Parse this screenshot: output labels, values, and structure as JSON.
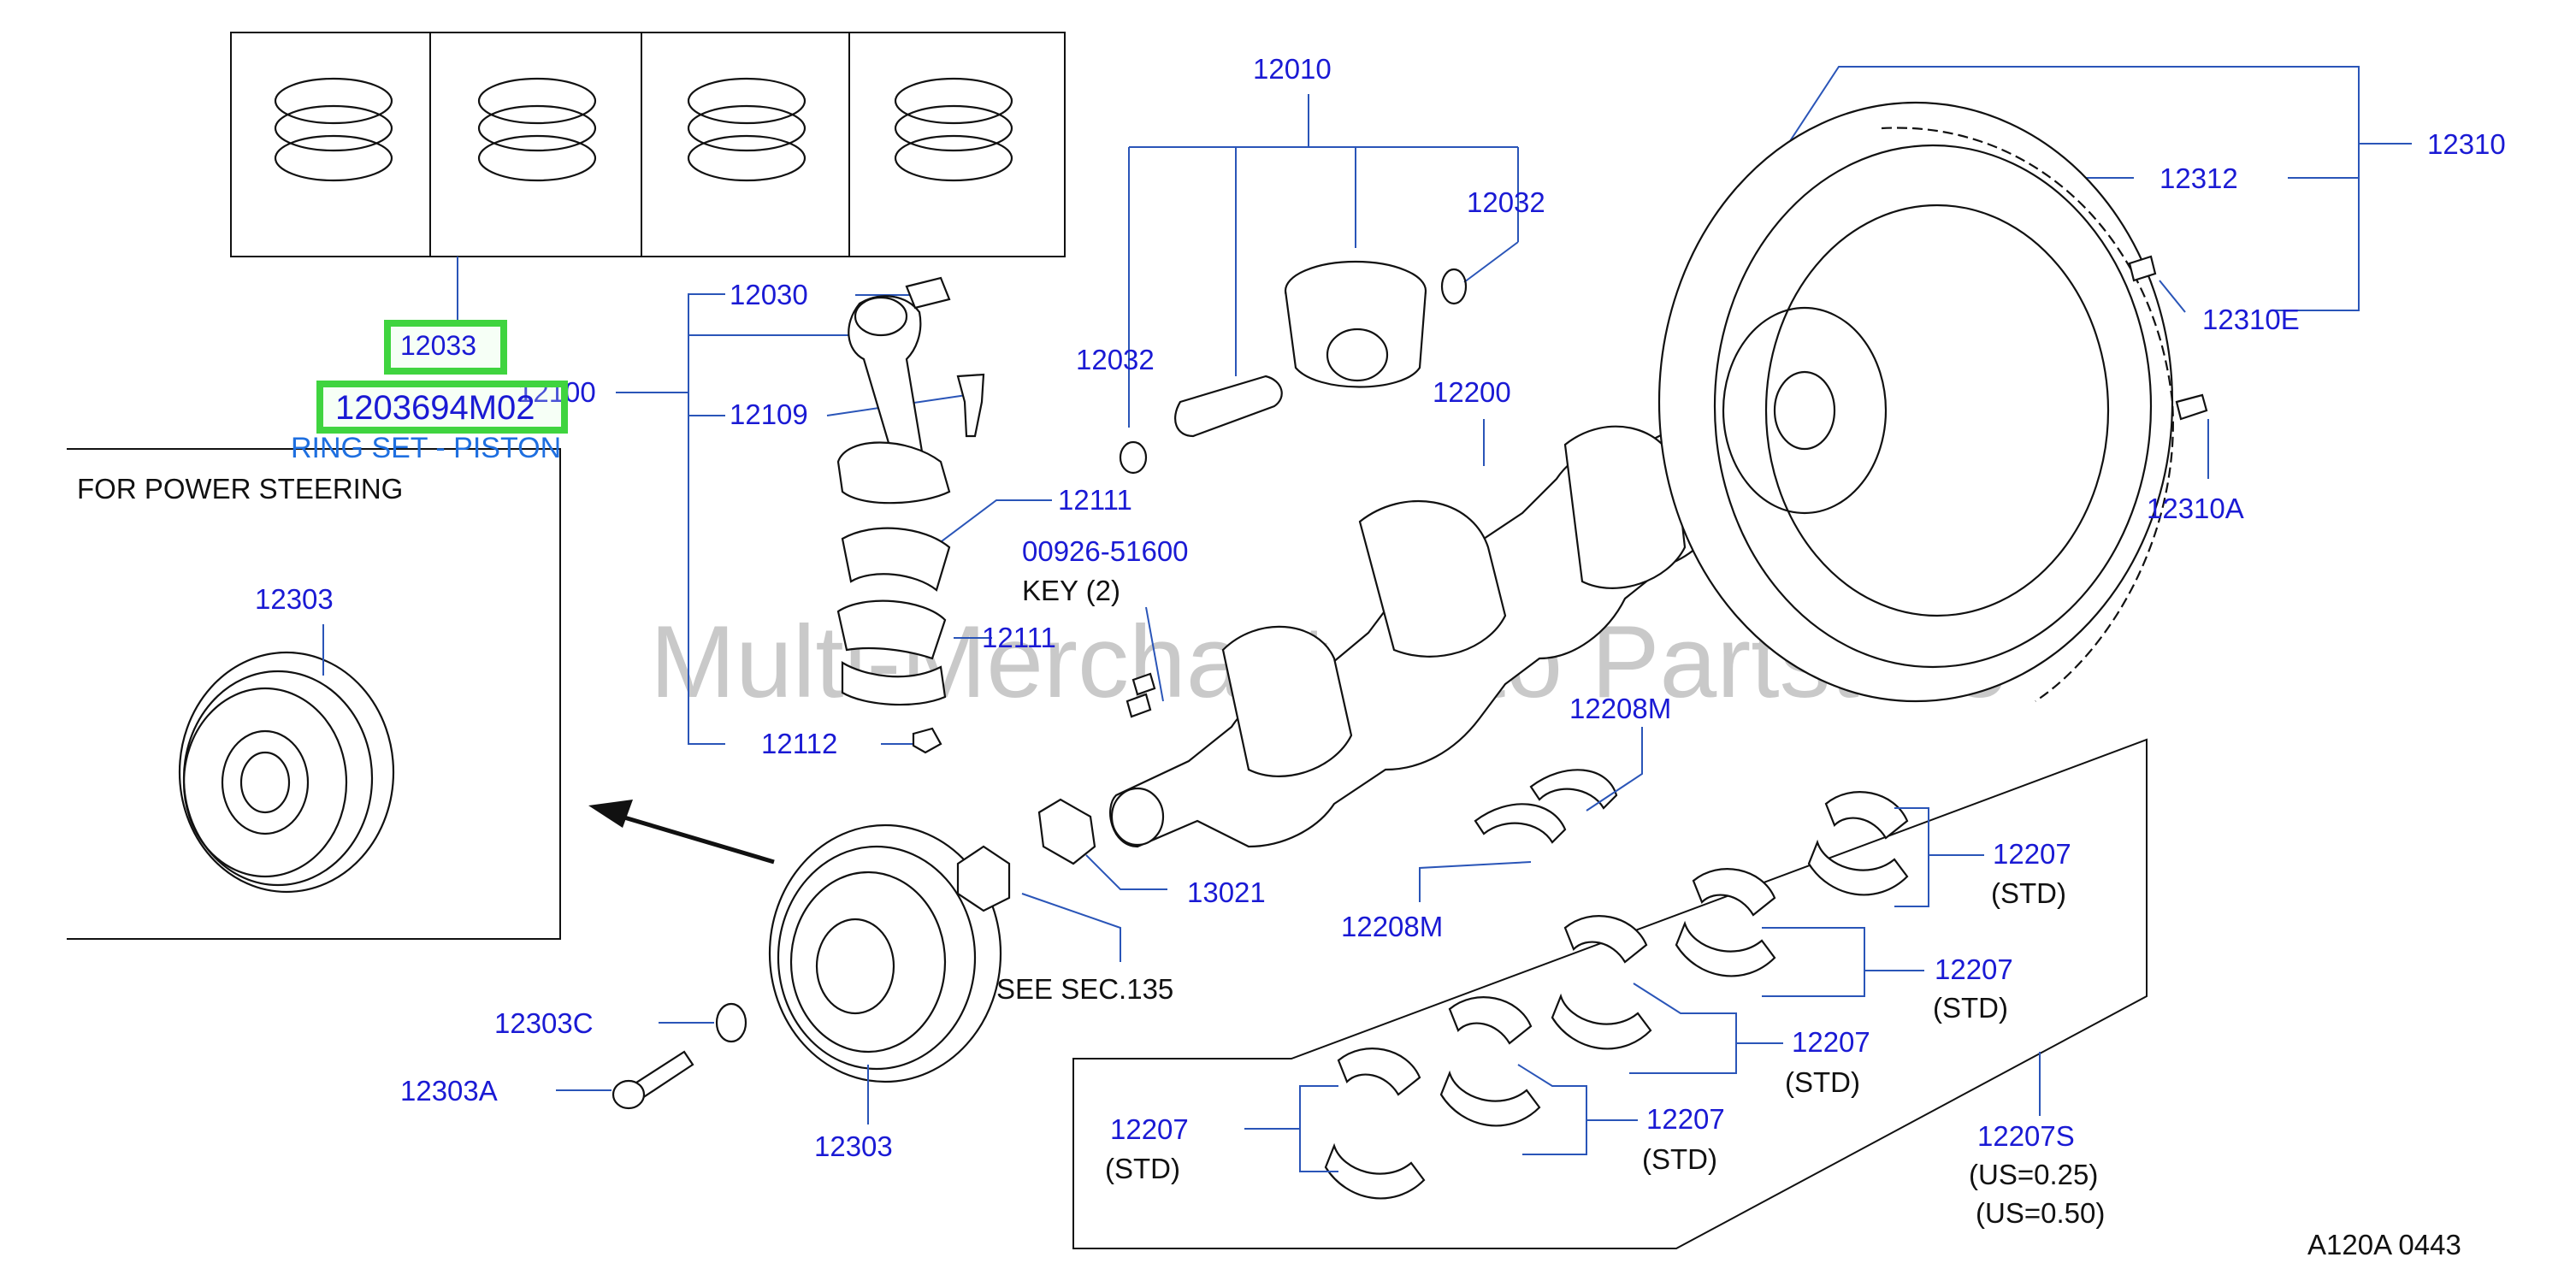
{
  "watermark": "Multi-Merchant Auto Partstore",
  "diagram_code": "A120A  0443",
  "highlight": {
    "part_no": "12033",
    "sub_part_no": "1203694M02",
    "description": "RING SET - PISTON"
  },
  "labels": {
    "p12010": "12010",
    "p12032a": "12032",
    "p12032b": "12032",
    "p12030": "12030",
    "p12100": "12100",
    "p12109": "12109",
    "p12111a": "12111",
    "p12111b": "12111",
    "p12112": "12112",
    "p00926": "00926-51600",
    "key": "KEY   (2)",
    "p12200": "12200",
    "p12310": "12310",
    "p12312": "12312",
    "p12310E": "12310E",
    "p12310A": "12310A",
    "p12303a": "12303",
    "p12303b": "12303",
    "p12303C": "12303C",
    "p12303A": "12303A",
    "p13021": "13021",
    "see_sec": "SEE   SEC.135",
    "p12208Ma": "12208M",
    "p12208Mb": "12208M",
    "p12207a": "12207",
    "p12207b": "12207",
    "p12207c": "12207",
    "p12207d": "12207",
    "p12207e": "12207",
    "std_a": "(STD)",
    "std_b": "(STD)",
    "std_c": "(STD)",
    "std_d": "(STD)",
    "std_e": "(STD)",
    "p12207S": "12207S",
    "us025": "(US=0.25)",
    "us050": "(US=0.50)",
    "for_ps": "FOR   POWER   STEERING"
  }
}
